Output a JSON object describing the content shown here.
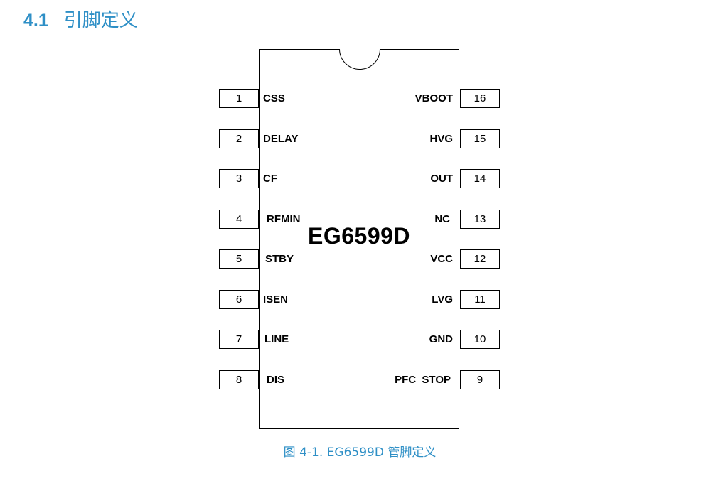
{
  "heading": {
    "number": "4.1",
    "title": "引脚定义"
  },
  "chip": {
    "name": "EG6599D"
  },
  "pins": {
    "left": [
      {
        "number": "1",
        "label": "CSS"
      },
      {
        "number": "2",
        "label": "DELAY"
      },
      {
        "number": "3",
        "label": "CF"
      },
      {
        "number": "4",
        "label": "RFMIN"
      },
      {
        "number": "5",
        "label": "STBY"
      },
      {
        "number": "6",
        "label": "ISEN"
      },
      {
        "number": "7",
        "label": "LINE"
      },
      {
        "number": "8",
        "label": "DIS"
      }
    ],
    "right": [
      {
        "number": "16",
        "label": "VBOOT"
      },
      {
        "number": "15",
        "label": "HVG"
      },
      {
        "number": "14",
        "label": "OUT"
      },
      {
        "number": "13",
        "label": "NC"
      },
      {
        "number": "12",
        "label": "VCC"
      },
      {
        "number": "11",
        "label": "LVG"
      },
      {
        "number": "10",
        "label": "GND"
      },
      {
        "number": "9",
        "label": "PFC_STOP"
      }
    ]
  },
  "caption": "图 4-1. EG6599D 管脚定义",
  "colors": {
    "accent": "#2e8fc6",
    "outline": "#000000"
  }
}
